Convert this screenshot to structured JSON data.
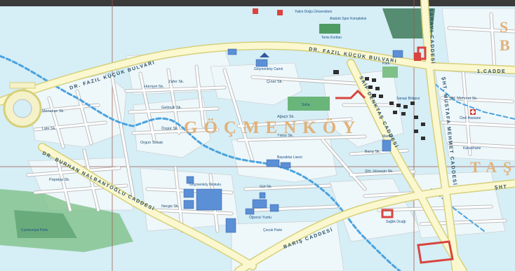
{
  "colors": {
    "land": "#d6eef6",
    "block": "#eaf6fa",
    "park": "#7fc089",
    "parkDark": "#3f8a5a",
    "water": "#4aa3e0",
    "grid": "#9a5a4a",
    "district": "#e0b27a",
    "blueBuilding": "#5b8fd6",
    "redBuilding": "#d9443f"
  },
  "district": {
    "name": "GÖÇMENKÖY",
    "edge_right_top": "SA",
    "edge_right_top2": "BO",
    "edge_right_mid": "TAŞ"
  },
  "roads": {
    "fazil_west": "DR. FAZIL KÜÇÜK BULVARI",
    "fazil_east": "DR. FAZIL KÜÇÜK BULVARI",
    "burhan": "DR. BURHAN NALBANTOĞLU CADDESİ",
    "baris": "BARIŞ CADDESİ",
    "saif": "SAİF DENKTAŞ CADDESİ",
    "mustafa": "ŞHT. MUSTAFA MEHMET CADDESİ",
    "saray": "SARAYI CADDESİ",
    "cadde1": "1.CADDE",
    "sht_right": "ŞHT"
  },
  "pois": {
    "ataturk_spor": "Atatürk Spor Kompleksi",
    "yakin_dogu": "Yakın Doğu Üniversitesi",
    "tenis": "Tenis Kortları",
    "saha": "Saha",
    "camii": "Göçmenköy Camii",
    "park_small": "Park",
    "ozel_hastane": "Özel Hastane",
    "kultur_parki": "Cumhuriyet Parkı",
    "ilkokul": "Göçmenköy İlkokulu",
    "lisesi": "Bayraktar Lisesi",
    "sanayi": "Sanayi Bölgesi",
    "yurt": "Öğrenci Yurdu",
    "market": "Market",
    "cocuk_parki": "Çocuk Parkı",
    "saglik": "Sağlık Ocağı",
    "kahvehane": "Kahvehane"
  },
  "streets": {
    "s1": "Hürriyet Sk.",
    "s2": "Zafer Sk.",
    "s3": "Gelincik Sk.",
    "s4": "Özgür Sk.",
    "s5": "Ağaçlı Sk.",
    "s6": "Yıldız Sk.",
    "s7": "Çınar Sk.",
    "s8": "Menekşe Sk.",
    "s9": "Lale Sk.",
    "s10": "Papatya Sk.",
    "s11": "Nergis Sk.",
    "s12": "Gül Sk.",
    "s13": "Orgun Sokak",
    "s14": "Şht. Hüseyin Sk.",
    "s15": "Barış Sk.",
    "s16": "Şht. Mehmet Sk."
  }
}
